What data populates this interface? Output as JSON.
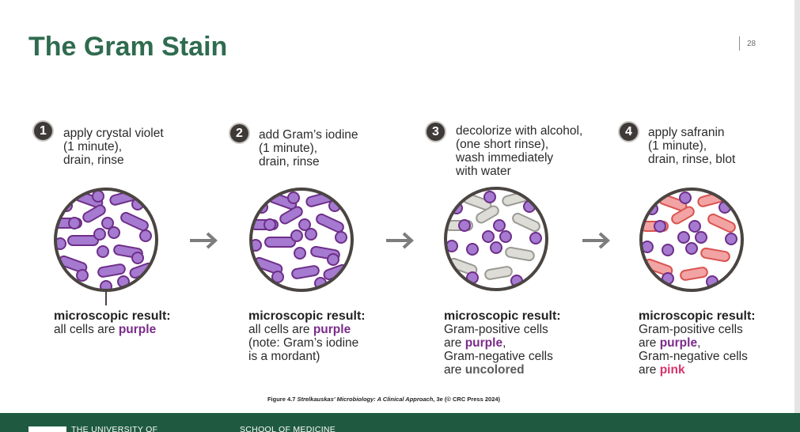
{
  "title": "The Gram Stain",
  "page_number": "28",
  "steps": [
    {
      "number": "1",
      "lines": [
        "apply crystal violet",
        "(1 minute),",
        "drain, rinse"
      ]
    },
    {
      "number": "2",
      "lines": [
        "add Gram’s iodine",
        "(1 minute),",
        "drain, rinse"
      ]
    },
    {
      "number": "3",
      "lines": [
        "decolorize with alcohol,",
        "(one short rinse),",
        "wash immediately",
        "with water"
      ]
    },
    {
      "number": "4",
      "lines": [
        "apply safranin",
        "(1 minute),",
        "drain, rinse, blot"
      ]
    }
  ],
  "results": [
    {
      "title": "microscopic result:",
      "line1_prefix": "all cells are ",
      "line1_highlight": "purple"
    },
    {
      "title": "microscopic result:",
      "line1_prefix": "all cells are ",
      "line1_highlight": "purple",
      "note1": "(note: Gram’s iodine",
      "note2": "is a mordant)"
    },
    {
      "title": "microscopic result:",
      "l1": "Gram-positive cells",
      "l2_prefix": "are ",
      "l2_highlight": "purple",
      "l2_suffix": ",",
      "l3": "Gram-negative cells",
      "l4_prefix": "are ",
      "l4_highlight": "uncolored"
    },
    {
      "title": "microscopic result:",
      "l1": "Gram-positive cells",
      "l2_prefix": "are ",
      "l2_highlight": "purple",
      "l2_suffix": ",",
      "l3": "Gram-negative cells",
      "l4_prefix": "are ",
      "l4_highlight": "pink"
    }
  ],
  "caption": {
    "prefix": "Figure 4.7 ",
    "book": "Strelkauskas' Microbiology: A Clinical Approach",
    "suffix": ", 3e (© CRC Press 2024)"
  },
  "footer": {
    "left": "THE UNIVERSITY OF",
    "right": "SCHOOL OF MEDICINE"
  },
  "colors": {
    "title_green": "#2f6b4f",
    "footer_green": "#1f5a40",
    "purple": "#7a2b8a",
    "pink": "#d8336a",
    "uncolored": "#5c5c5c"
  },
  "icons": [
    "arrow-right-icon",
    "arrow-right-icon",
    "arrow-right-icon"
  ]
}
